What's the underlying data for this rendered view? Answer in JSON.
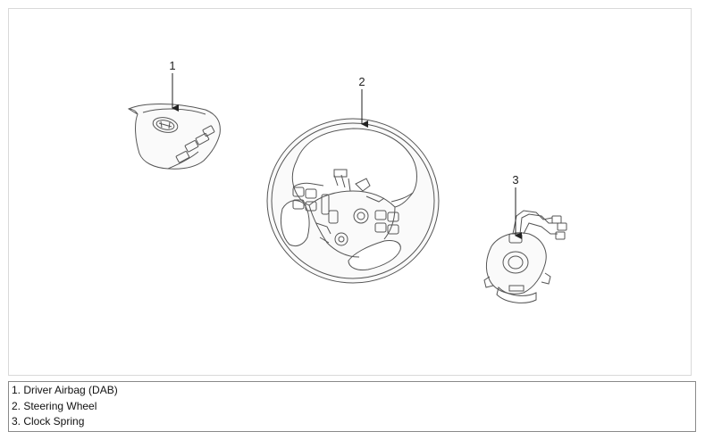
{
  "figure": {
    "callouts": [
      {
        "number": "1",
        "part": "driver-airbag"
      },
      {
        "number": "2",
        "part": "steering-wheel"
      },
      {
        "number": "3",
        "part": "clock-spring"
      }
    ]
  },
  "legend": {
    "items": [
      "1. Driver Airbag (DAB)",
      "2. Steering Wheel",
      "3. Clock Spring"
    ]
  },
  "colors": {
    "line": "#555555",
    "frame_border": "#d9d9d9",
    "legend_border": "#8a8a8a"
  }
}
